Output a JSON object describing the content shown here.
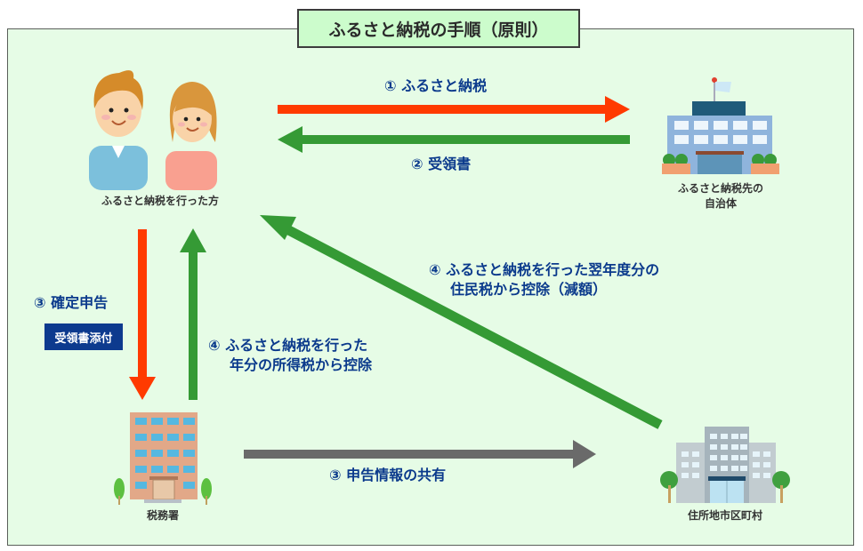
{
  "title": "ふるさと納税の手順（原則）",
  "actors": {
    "donor": "ふるさと納税を行った方",
    "municipality_line1": "ふるさと納税先の",
    "municipality_line2": "自治体",
    "tax_office": "税務署",
    "residence_city": "住所地市区町村"
  },
  "steps": {
    "step1": "① ふるさと納税",
    "step2": "② 受領書",
    "step3_filing": "③ 確定申告",
    "step3_badge": "受領書添付",
    "step3_share": "③ 申告情報の共有",
    "step4_income_line1": "④ ふるさと納税を行った",
    "step4_income_line2": "年分の所得税から控除",
    "step4_resident_line1": "④ ふるさと納税を行った翌年度分の",
    "step4_resident_line2": "住民税から控除（減額）"
  },
  "colors": {
    "background": "#e6fce6",
    "title_bg": "#ccfccc",
    "arrow_red": "#ff3a00",
    "arrow_green": "#359a35",
    "arrow_gray": "#6a6a6a",
    "label_blue": "#0b3a8c",
    "badge_bg": "#0d3a8e"
  }
}
